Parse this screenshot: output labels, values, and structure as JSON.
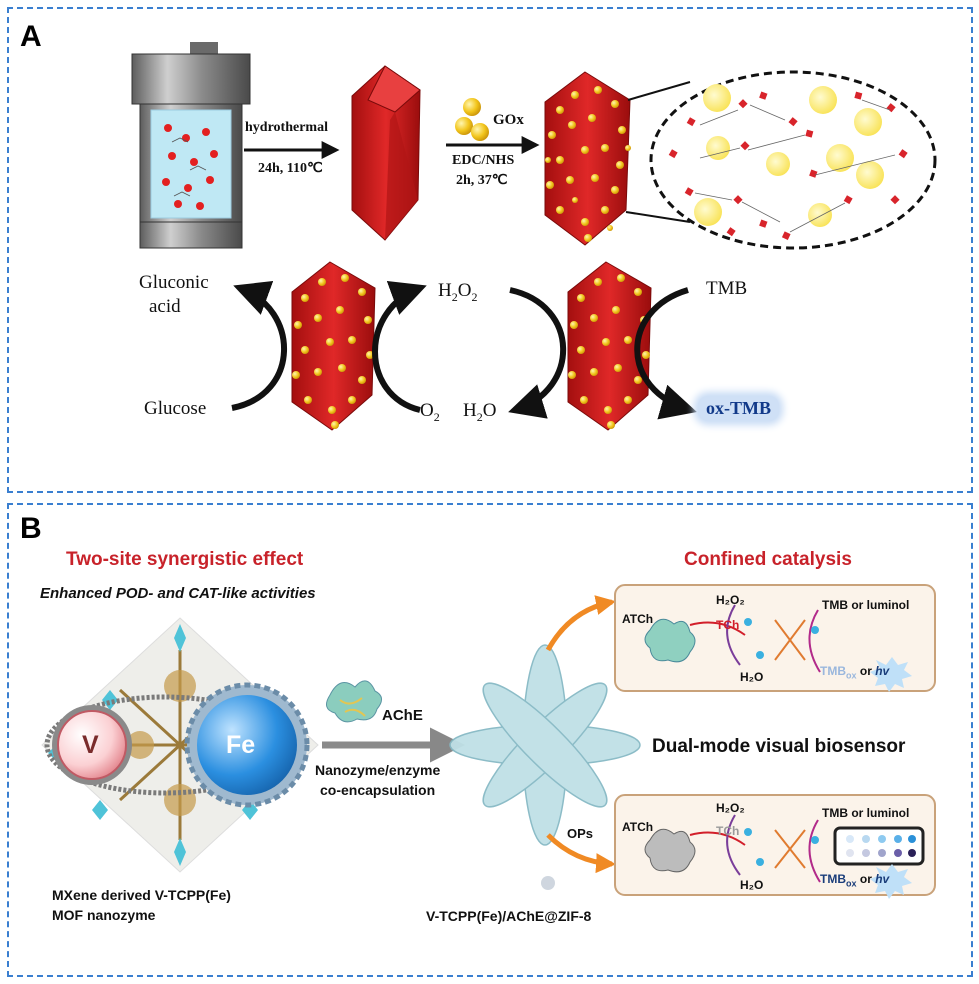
{
  "panelA": {
    "label": "A",
    "hydrothermal": "hydrothermal",
    "condition1": "24h, 110℃",
    "gox": "GOx",
    "edcnhs": "EDC/NHS",
    "condition2": "2h, 37℃",
    "gluconic": "Gluconic",
    "acid": "acid",
    "glucose": "Glucose",
    "h2o2_main": "H",
    "h2o2_sub1": "2",
    "h2o2_mid": "O",
    "h2o2_sub2": "2",
    "o2_main": "O",
    "o2_sub": "2",
    "h2o_main": "H",
    "h2o_sub": "2",
    "h2o_end": "O",
    "tmb": "TMB",
    "oxtmb": "ox-TMB"
  },
  "panelB": {
    "label": "B",
    "title_left": "Two-site synergistic effect",
    "subtitle_left": "Enhanced POD- and CAT-like activities",
    "title_right": "Confined catalysis",
    "v_label": "V",
    "fe_label": "Fe",
    "ache": "AChE",
    "arrow_text1": "Nanozyme/enzyme",
    "arrow_text2": "co-encapsulation",
    "mxene1": "MXene derived V-TCPP(Fe)",
    "mxene2": "MOF nanozyme",
    "dual_mode": "Dual-mode visual biosensor",
    "composite": "V-TCPP(Fe)/AChE@ZIF-8",
    "ops": "OPs",
    "box_top": {
      "atch": "ATCh",
      "h2o2": "H₂O₂",
      "tch": "TCh",
      "tmb_lum": "TMB or luminol",
      "h2o": "H₂O",
      "tmbox": "TMB",
      "ox_sub": "ox",
      "or": "or",
      "hv": "hv"
    },
    "box_bottom": {
      "atch": "ATCh",
      "h2o2": "H₂O₂",
      "tch": "TCh",
      "tmb_lum": "TMB or luminol",
      "h2o": "H₂O",
      "tmbox": "TMB",
      "ox_sub": "ox",
      "or": "or",
      "hv": "hv"
    }
  },
  "colors": {
    "dash": "#3a7fd0",
    "crystal": "#d01f1f",
    "gold": "#f2c51b",
    "title_red": "#c8222a",
    "arrow_orange": "#f08a24",
    "fe_blue": "#2b8fe0",
    "v_pink": "#f08c93"
  }
}
